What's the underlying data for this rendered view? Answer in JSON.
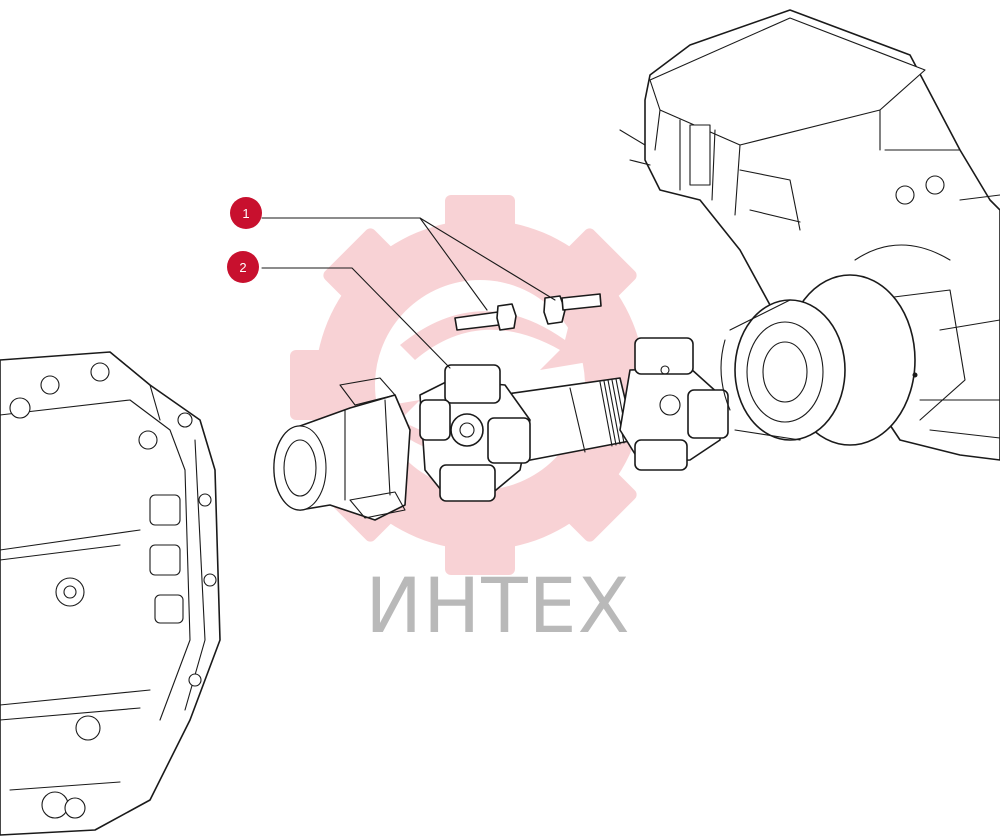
{
  "watermark": {
    "text": "ИНТЕХ",
    "gear_color": "#e8626a",
    "text_color": "#b9b9b9"
  },
  "callouts": [
    {
      "label": "1",
      "color": "#c8102e"
    },
    {
      "label": "2",
      "color": "#c8102e"
    }
  ],
  "line_color": "#1a1a1a"
}
